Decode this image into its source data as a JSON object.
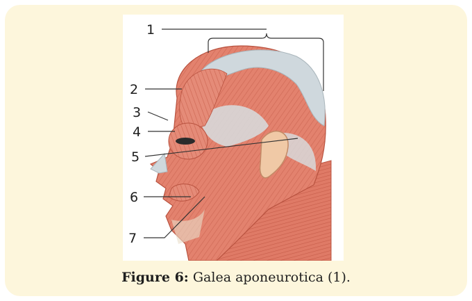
{
  "figure": {
    "callouts": [
      "1",
      "2",
      "3",
      "4",
      "5",
      "6",
      "7"
    ]
  },
  "caption": {
    "label": "Figure 6:",
    "text": "Galea aponeurotica (1)."
  },
  "colors": {
    "card_background": "#fdf6dc",
    "muscle": "#e07f6c",
    "muscle_dark": "#c9604f",
    "aponeurosis": "#cfd8dd",
    "skin_bone": "#e9ddc9"
  }
}
